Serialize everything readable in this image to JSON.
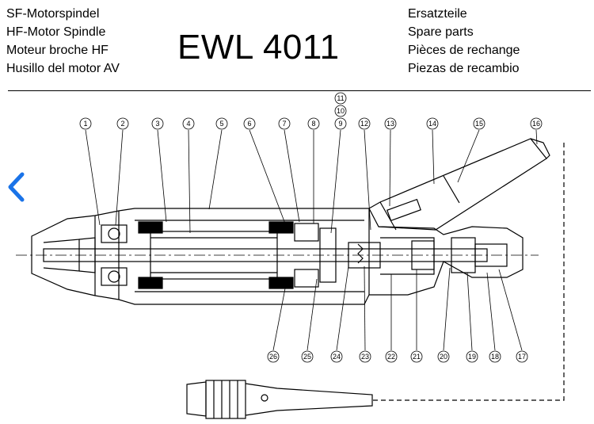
{
  "header": {
    "left": [
      "SF-Motorspindel",
      "HF-Motor Spindle",
      "Moteur broche HF",
      "Husillo del motor AV"
    ],
    "model": "EWL 4011",
    "right": [
      "Ersatzteile",
      "Spare parts",
      "Pièces de rechange",
      "Piezas de recambio"
    ]
  },
  "accent_color": "#1a73e8",
  "nav": {
    "icon": "chevron-left-icon"
  },
  "part_numbers": [
    "1",
    "2",
    "3",
    "4",
    "5",
    "6",
    "7",
    "8",
    "9",
    "10",
    "11",
    "12",
    "13",
    "14",
    "15",
    "16",
    "17",
    "18",
    "19",
    "20",
    "21",
    "22",
    "23",
    "24",
    "25",
    "26"
  ]
}
